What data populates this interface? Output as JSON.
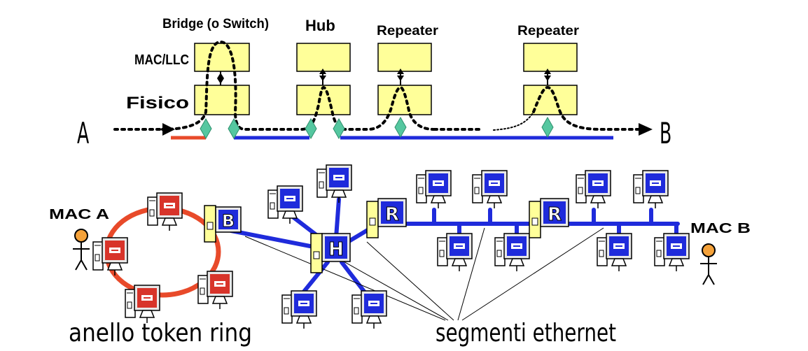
{
  "layers": {
    "mac_llc": "MAC/LLC",
    "fisico": "Fisico"
  },
  "devices": {
    "bridge": "Bridge (o Switch)",
    "hub": "Hub",
    "repeater1": "Repeater",
    "repeater2": "Repeater"
  },
  "endpoints": {
    "a": "A",
    "b": "B"
  },
  "users": {
    "mac_a": "MAC A",
    "mac_b": "MAC B"
  },
  "device_letters": {
    "bridge": "B",
    "hub": "H",
    "repeater": "R"
  },
  "captions": {
    "token_ring": "anello token ring",
    "ethernet": "segmenti ethernet"
  },
  "colors": {
    "layer_box": "#ffff99",
    "ethernet": "#1f2bdb",
    "token_ring": "#e84a2a",
    "port_diamond": "#55c7a0",
    "pc_screen_ethernet": "#1f2bdb",
    "pc_screen_ring": "#d8342a",
    "person": "#f5a23a"
  }
}
